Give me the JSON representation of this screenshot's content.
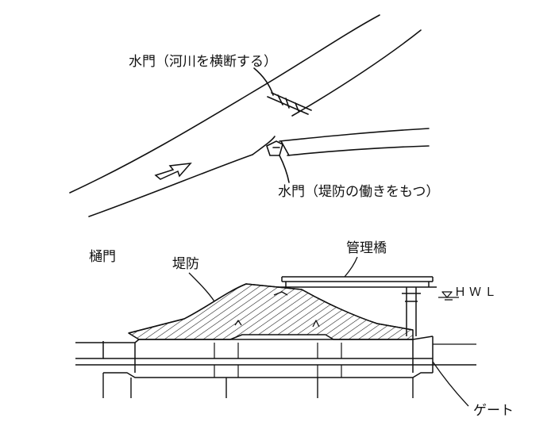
{
  "top_diagram": {
    "label_crossing_gate": "水門（河川を横断する）",
    "label_embankment_gate": "水門（堤防の働きをもつ）"
  },
  "bottom_diagram": {
    "label_sluice": "樋門",
    "label_embankment": "堤防",
    "label_bridge": "管理橋",
    "label_hwl": "ＨＷＬ",
    "label_gate": "ゲート"
  },
  "colors": {
    "line": "#111111",
    "background": "#ffffff"
  }
}
